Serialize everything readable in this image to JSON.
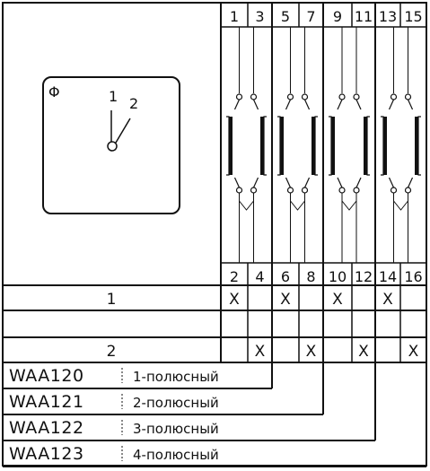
{
  "switch_symbol": {
    "phi_label": "Φ",
    "position_labels": [
      "1",
      "2"
    ]
  },
  "terminals": {
    "top": [
      "1",
      "3",
      "5",
      "7",
      "9",
      "11",
      "13",
      "15"
    ],
    "bottom": [
      "2",
      "4",
      "6",
      "8",
      "10",
      "12",
      "14",
      "16"
    ]
  },
  "contact_table": {
    "rows": [
      {
        "position": "1",
        "marks": [
          "X",
          "",
          "X",
          "",
          "X",
          "",
          "X",
          ""
        ]
      },
      {
        "position": "",
        "marks": [
          "",
          "",
          "",
          "",
          "",
          "",
          "",
          ""
        ]
      },
      {
        "position": "2",
        "marks": [
          "",
          "X",
          "",
          "X",
          "",
          "X",
          "",
          "X"
        ]
      }
    ]
  },
  "models": [
    {
      "code": "WAA120",
      "description": "1-полюсный",
      "poles": 1
    },
    {
      "code": "WAA121",
      "description": "2-полюсный",
      "poles": 2
    },
    {
      "code": "WAA122",
      "description": "3-полюсный",
      "poles": 3
    },
    {
      "code": "WAA123",
      "description": "4-полюсный",
      "poles": 4
    }
  ]
}
